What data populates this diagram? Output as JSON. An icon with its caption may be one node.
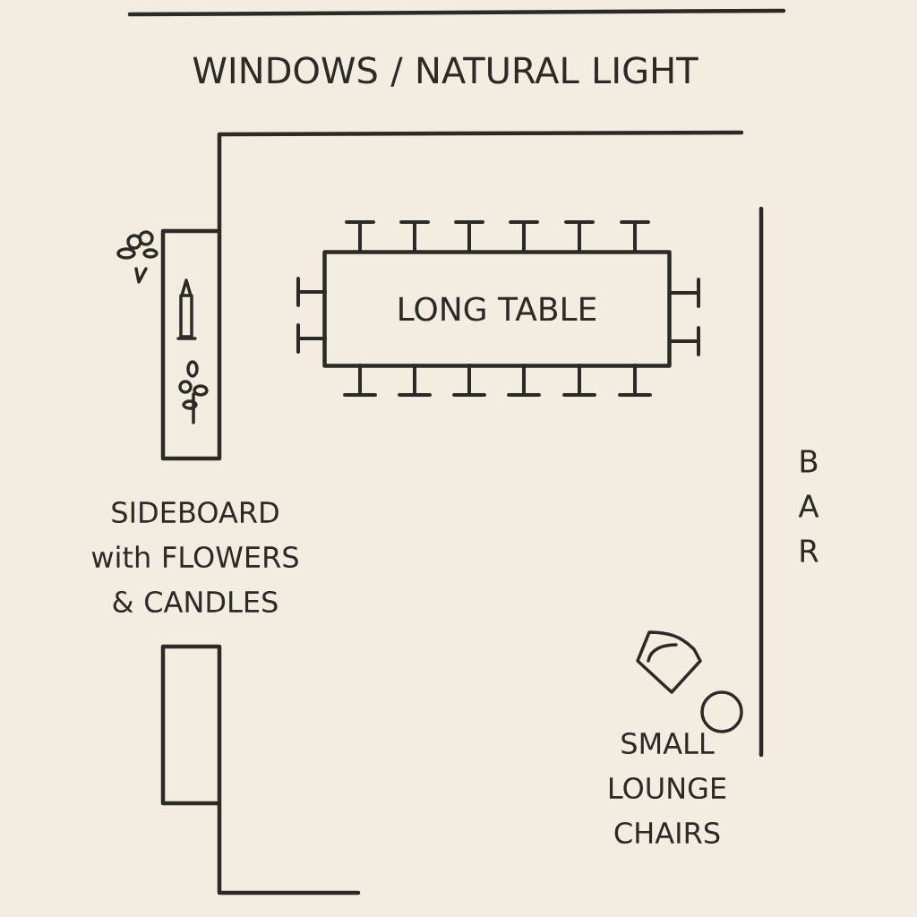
{
  "diagram": {
    "nodes": [
      {
        "text": [
          "LONG TABLE"
        ]
      }
    ],
    "labels": [
      "WINDOWS / NATURAL LIGHT",
      "SIDEBOARD with FLOWERS & CANDLES",
      "BAR",
      "SMALL LOUNGE CHAIRS"
    ]
  }
}
